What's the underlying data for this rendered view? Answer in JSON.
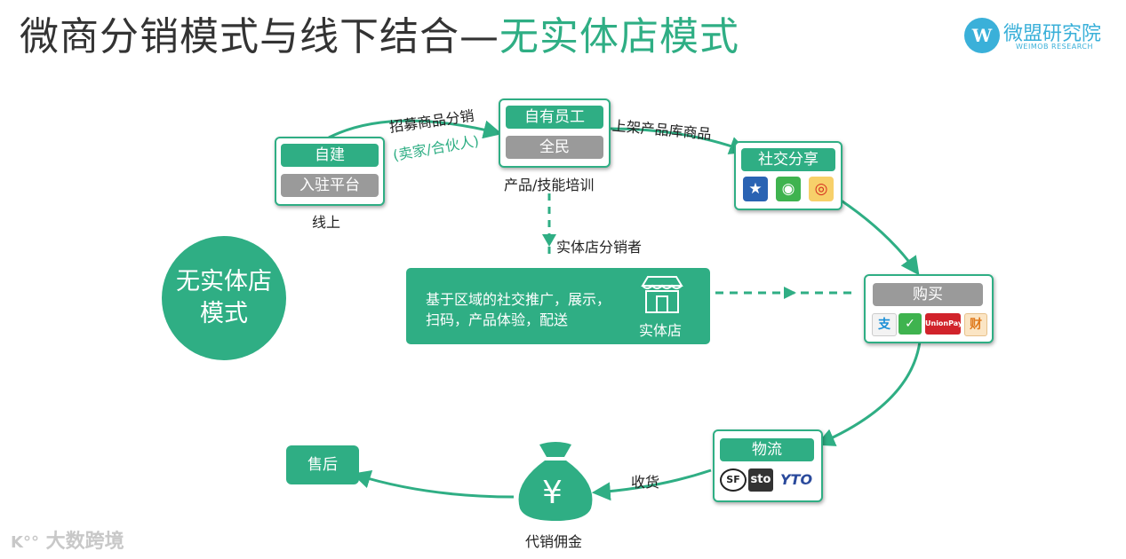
{
  "title": {
    "main": "微商分销模式与线下结合—",
    "highlight": "无实体店模式"
  },
  "logo": {
    "mark": "W",
    "name": "微盟研究院",
    "sub": "WEIMOB RESEARCH"
  },
  "center_circle": {
    "line1": "无实体店",
    "line2": "模式"
  },
  "online_node": {
    "top_label": "自建",
    "bottom_label": "入驻平台",
    "caption": "线上"
  },
  "recruit_edge": {
    "label": "招募商品分销",
    "sublabel": "(卖家/合伙人)"
  },
  "staff_node": {
    "top_label": "自有员工",
    "bottom_label": "全民",
    "caption": "产品/技能培训"
  },
  "listing_edge": {
    "label": "上架产品库商品"
  },
  "social_node": {
    "title": "社交分享",
    "icons": [
      "qzone-icon",
      "wechat-icon",
      "weibo-icon"
    ]
  },
  "offline_edge": {
    "label": "实体店分销者"
  },
  "region_box": {
    "text_line1": "基于区域的社交推广，展示，",
    "text_line2": "扫码，产品体验，配送",
    "store_label": "实体店"
  },
  "buy_node": {
    "title": "购买",
    "pay_marks": [
      "支",
      "✓",
      "UnionPay",
      "财"
    ]
  },
  "logistics_node": {
    "title": "物流",
    "marks": [
      "SF",
      "sto",
      "YTO"
    ]
  },
  "receive_edge": {
    "label": "收货"
  },
  "commission": {
    "symbol": "¥",
    "caption": "代销佣金"
  },
  "after_sales": {
    "label": "售后"
  },
  "watermark": {
    "text": "大数跨境"
  },
  "colors": {
    "accent": "#2fae84",
    "gray": "#9a9a9a",
    "title": "#333333",
    "logo": "#3ab0d9"
  }
}
